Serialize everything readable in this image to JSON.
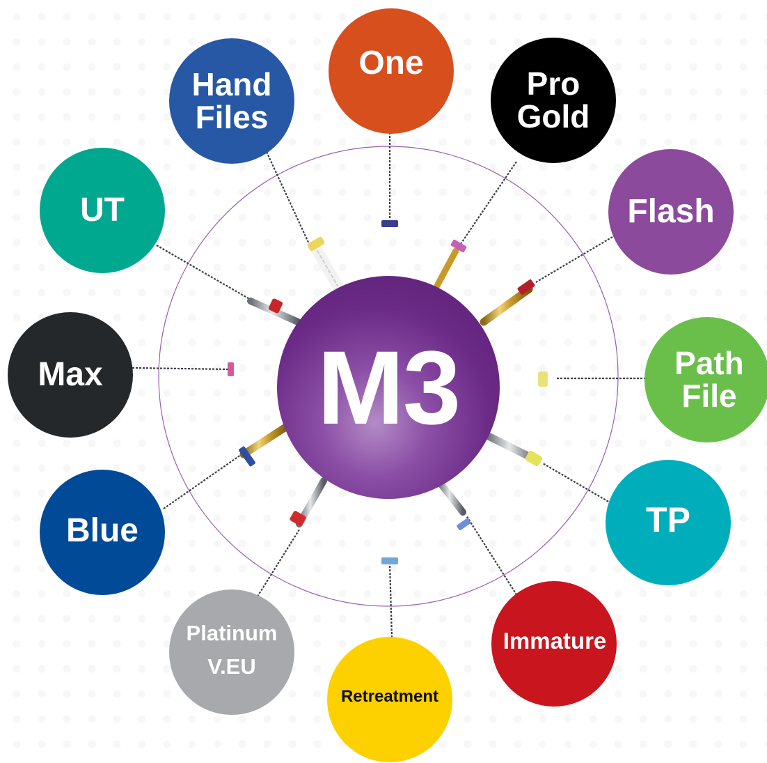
{
  "center": {
    "label": "M3",
    "color": "#6a2a86"
  },
  "nodes": [
    {
      "id": "one",
      "label": "One",
      "color": "#d84f1e"
    },
    {
      "id": "pro-gold",
      "label": "Pro Gold",
      "line1": "Pro",
      "line2": "Gold",
      "color": "#000000"
    },
    {
      "id": "flash",
      "label": "Flash",
      "color": "#8b4a9c"
    },
    {
      "id": "path-file",
      "label": "Path File",
      "line1": "Path",
      "line2": "File",
      "color": "#6abf4b"
    },
    {
      "id": "tp",
      "label": "TP",
      "color": "#00aebb"
    },
    {
      "id": "immature",
      "label": "Immature",
      "color": "#c9151e"
    },
    {
      "id": "retreatment",
      "label": "Retreatment",
      "color": "#fdd000"
    },
    {
      "id": "platinum",
      "label": "Platinum V.EU",
      "line1": "Platinum",
      "line2": "V.EU",
      "color": "#a7a9ac"
    },
    {
      "id": "blue",
      "label": "Blue",
      "color": "#004a98"
    },
    {
      "id": "max",
      "label": "Max",
      "color": "#25282b"
    },
    {
      "id": "ut",
      "label": "UT",
      "color": "#00a88f"
    },
    {
      "id": "hand-files",
      "label": "Hand Files",
      "line1": "Hand",
      "line2": "Files",
      "color": "#2658a5"
    }
  ]
}
